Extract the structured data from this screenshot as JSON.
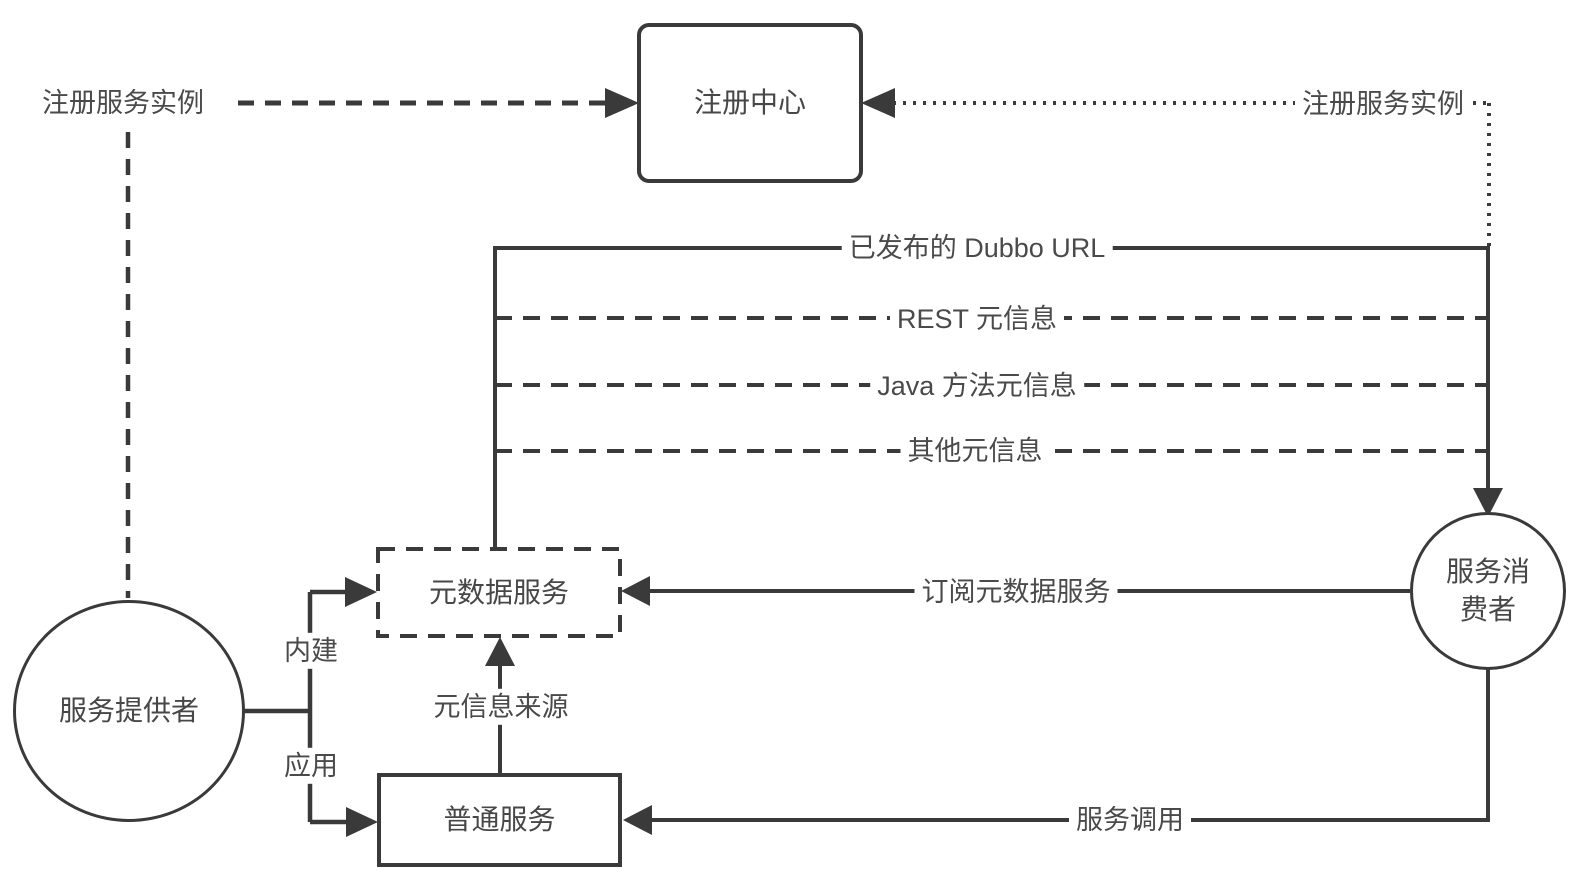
{
  "meta": {
    "background": "#ffffff",
    "stroke_color": "#3a3a3a",
    "text_color": "#4a4a4a",
    "diagram_type": "dubbo-service-registry-architecture"
  },
  "nodes": {
    "registry": {
      "label": "注册中心",
      "shape": "rounded-rect"
    },
    "service_provider": {
      "label": "服务提供者",
      "shape": "circle"
    },
    "service_consumer": {
      "label": "服务消费者",
      "shape": "circle"
    },
    "metadata_service": {
      "label": "元数据服务",
      "shape": "dashed-rect"
    },
    "normal_service": {
      "label": "普通服务",
      "shape": "rect"
    }
  },
  "edges": {
    "provider_register": {
      "label": "注册服务实例",
      "style": "dashed",
      "from": "service_provider",
      "to": "registry"
    },
    "consumer_register": {
      "label": "注册服务实例",
      "style": "dotted",
      "from": "service_consumer",
      "to": "registry"
    },
    "published_dubbo_url": {
      "label": "已发布的 Dubbo URL",
      "style": "solid",
      "from": "metadata_service",
      "to": "service_consumer"
    },
    "rest_metadata": {
      "label": "REST 元信息",
      "style": "dashed",
      "from": "metadata_service",
      "to": "service_consumer"
    },
    "java_method_metadata": {
      "label": "Java 方法元信息",
      "style": "dashed",
      "from": "metadata_service",
      "to": "service_consumer"
    },
    "other_metadata": {
      "label": "其他元信息",
      "style": "dashed",
      "from": "metadata_service",
      "to": "service_consumer"
    },
    "builtin": {
      "label": "内建",
      "style": "solid",
      "from": "service_provider",
      "to": "metadata_service"
    },
    "application": {
      "label": "应用",
      "style": "solid",
      "from": "service_provider",
      "to": "normal_service"
    },
    "metadata_source": {
      "label": "元信息来源",
      "style": "solid",
      "from": "normal_service",
      "to": "metadata_service"
    },
    "subscribe_metadata_service": {
      "label": "订阅元数据服务",
      "style": "solid",
      "from": "service_consumer",
      "to": "metadata_service"
    },
    "service_invocation": {
      "label": "服务调用",
      "style": "solid",
      "from": "service_consumer",
      "to": "normal_service"
    }
  }
}
